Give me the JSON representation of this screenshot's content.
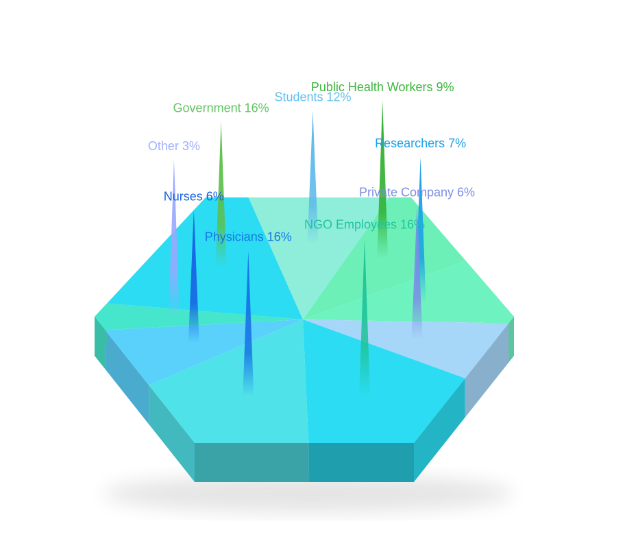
{
  "chart_data": {
    "type": "pie",
    "title": "",
    "slices": [
      {
        "label": "Public Health Workers",
        "value": 9,
        "value_label": "9%",
        "color": "#6df0b8",
        "label_color": "#3cb53c",
        "spike_color": "#2fae2f"
      },
      {
        "label": "Researchers",
        "value": 7,
        "value_label": "7%",
        "color": "#6ef2bf",
        "label_color": "#1aa0ea",
        "spike_color": "#1a9fe8"
      },
      {
        "label": "Private Company",
        "value": 6,
        "value_label": "6%",
        "color": "#a6d6f8",
        "label_color": "#7c8ee6",
        "spike_color": "#7b8de6"
      },
      {
        "label": "NGO Employees",
        "value": 16,
        "value_label": "16%",
        "color": "#2bdcf2",
        "label_color": "#22c3a0",
        "spike_color": "#1fc39a"
      },
      {
        "label": "Physicians",
        "value": 16,
        "value_label": "16%",
        "color": "#4fe2e8",
        "label_color": "#1478e6",
        "spike_color": "#1673e6"
      },
      {
        "label": "Nurses",
        "value": 6,
        "value_label": "6%",
        "color": "#5ad1fb",
        "label_color": "#1460e0",
        "spike_color": "#1560e2"
      },
      {
        "label": "Other",
        "value": 3,
        "value_label": "3%",
        "color": "#45e6cc",
        "label_color": "#a0b0ff",
        "spike_color": "#9aa8ff"
      },
      {
        "label": "Government",
        "value": 16,
        "value_label": "16%",
        "color": "#2bdcf2",
        "label_color": "#62c362",
        "spike_color": "#5cbf4a"
      },
      {
        "label": "Students",
        "value": 12,
        "value_label": "12%",
        "color": "#8eeed9",
        "label_color": "#62c0ee",
        "spike_color": "#5cb8ea"
      }
    ]
  }
}
